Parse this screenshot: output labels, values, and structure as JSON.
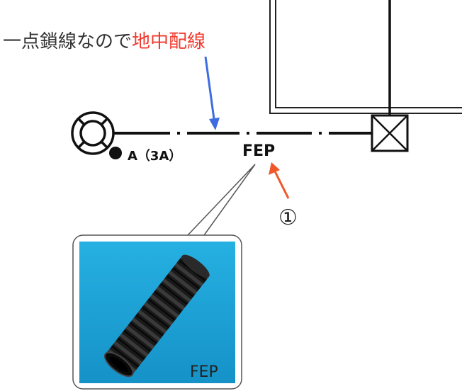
{
  "annotation": {
    "prefix": "一点鎖線なので",
    "highlight": "地中配線",
    "highlight_color": "#f03a2e",
    "arrow_color": "#3d6de0"
  },
  "outlet": {
    "label": "A（3A）"
  },
  "cable": {
    "label": "FEP",
    "marker": "①",
    "marker_arrow_color": "#f0582a"
  },
  "photo": {
    "caption": "FEP",
    "background": "#1fa3d6",
    "description_icon": "corrugated-pipe-icon"
  }
}
